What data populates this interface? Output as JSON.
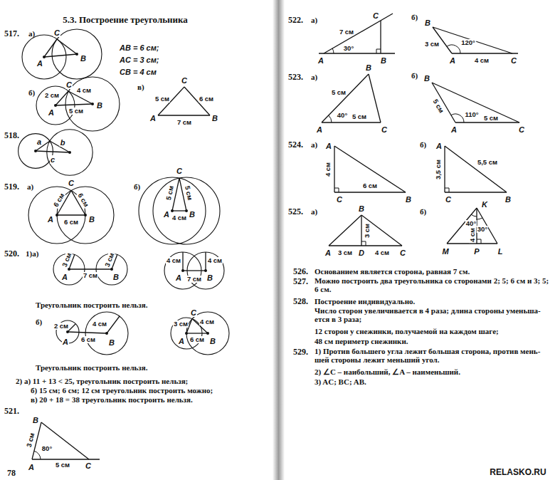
{
  "diagram": {
    "title": "5.3. Построение треугольника",
    "labels": [
      "517.",
      "а)",
      "C",
      "A",
      "B",
      "AB = 6 см;",
      "AC = 3 см;",
      "CB = 4 см",
      "б)",
      "2 см",
      "C",
      "4 см",
      "B",
      "5 см",
      "A",
      "в)",
      "C",
      "5 см",
      "6 см",
      "A",
      "7 см",
      "B",
      "518.",
      "a",
      "b",
      "c",
      "519.",
      "а)",
      "C",
      "6 см",
      "6 см",
      "A",
      "6 см",
      "B",
      "б)",
      "C",
      "5 см",
      "5 см",
      "A",
      "4 см",
      "B",
      "520.",
      "1)а)",
      "3 см",
      "A",
      "7 см",
      "B",
      "3 см",
      "4 см",
      "4 см",
      "A",
      "7 см",
      "B",
      "Треугольник построить нельзя.",
      "б)",
      "2 см",
      "4 см",
      "A",
      "6 см",
      "B",
      "C",
      "3 см",
      "4 см",
      "A",
      "6 см",
      "B",
      "Треугольник построить нельзя.",
      "2) а) 11 + 13 < 25, треугольник построить нельзя;",
      "б) 15 см; 6 см; 12 см треугольник построить можно;",
      "в) 20 + 18 = 38 треугольник построить нельзя.",
      "521.",
      "B",
      "3 см",
      "80°",
      "A",
      "5 см",
      "C",
      "78",
      "522.",
      "а)",
      "C",
      "7 см",
      "30°",
      "A",
      "B",
      "б)",
      "B",
      "3 см",
      "120°",
      "A",
      "4 см",
      "C",
      "523.",
      "а)",
      "B",
      "5 см",
      "40°",
      "A",
      "5 см",
      "C",
      "б)",
      "B",
      "5 см",
      "110°",
      "A",
      "5 см",
      "C",
      "524.",
      "а)",
      "A",
      "4 см",
      "C",
      "6 см",
      "B",
      "б)",
      "A",
      "5,5 см",
      "3,5 см",
      "C",
      "B",
      "525.",
      "а)",
      "B",
      "3 см",
      "A",
      "3 см",
      "D",
      "4 см",
      "C",
      "б)",
      "K",
      "40°",
      "30°",
      "4 см",
      "M",
      "P",
      "L",
      "526.",
      "Основанием является сторона, равная 7 см.",
      "527.",
      "Можно построить два треугольника со сторонами 2; 5; 6 см и 3; 5; 6 см.",
      "528.",
      "Построение индивидуально.",
      "Число сторон увеличивается в 4 раза; длина стороны уменьша- ется в 3 раза;",
      "12 сторон у снежинки, получаемой на каждом шаге;",
      "48 см периметр снежинки.",
      "529.",
      "1) Против большего угла лежит большая сторона, против мень- шей стороны лежит меньший угол.",
      "2) ∠C – наибольший, ∠A – наименьший.",
      "3) AC; BC; AB.",
      "RELASKO.RU"
    ]
  }
}
